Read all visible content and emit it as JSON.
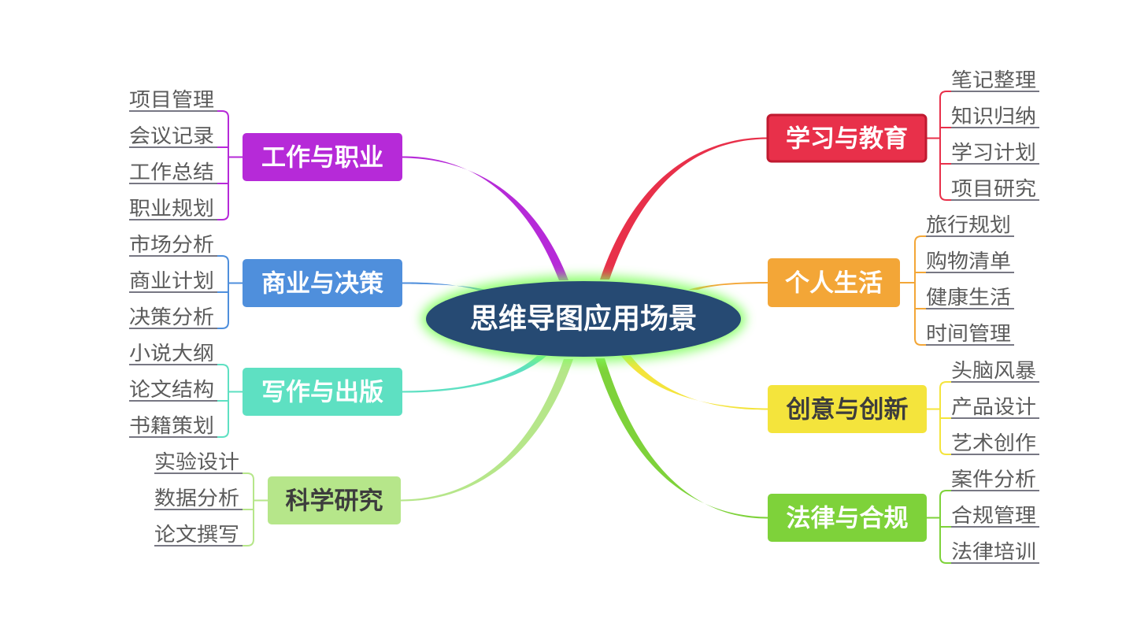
{
  "center": {
    "label": "思维导图应用场景",
    "color": "#264a73",
    "glow": "#7dff5a"
  },
  "branches": [
    {
      "id": "work",
      "label": "工作与职业",
      "color": "#b62ad8",
      "text_color": "#ffffff",
      "leaves": [
        "项目管理",
        "会议记录",
        "工作总结",
        "职业规划"
      ]
    },
    {
      "id": "business",
      "label": "商业与决策",
      "color": "#4f8fdc",
      "text_color": "#ffffff",
      "leaves": [
        "市场分析",
        "商业计划",
        "决策分析"
      ]
    },
    {
      "id": "writing",
      "label": "写作与出版",
      "color": "#5ee0c2",
      "text_color": "#ffffff",
      "leaves": [
        "小说大纲",
        "论文结构",
        "书籍策划"
      ]
    },
    {
      "id": "science",
      "label": "科学研究",
      "color": "#b6e68a",
      "text_color": "#3d3d3d",
      "leaves": [
        "实验设计",
        "数据分析",
        "论文撰写"
      ]
    },
    {
      "id": "study",
      "label": "学习与教育",
      "color": "#e8304a",
      "text_color": "#ffffff",
      "leaves": [
        "笔记整理",
        "知识归纳",
        "学习计划",
        "项目研究"
      ]
    },
    {
      "id": "life",
      "label": "个人生活",
      "color": "#f3a637",
      "text_color": "#ffffff",
      "leaves": [
        "旅行规划",
        "购物清单",
        "健康生活",
        "时间管理"
      ]
    },
    {
      "id": "creative",
      "label": "创意与创新",
      "color": "#f4e43c",
      "text_color": "#3d3d3d",
      "leaves": [
        "头脑风暴",
        "产品设计",
        "艺术创作"
      ]
    },
    {
      "id": "law",
      "label": "法律与合规",
      "color": "#7ed23a",
      "text_color": "#ffffff",
      "leaves": [
        "案件分析",
        "合规管理",
        "法律培训"
      ]
    }
  ]
}
